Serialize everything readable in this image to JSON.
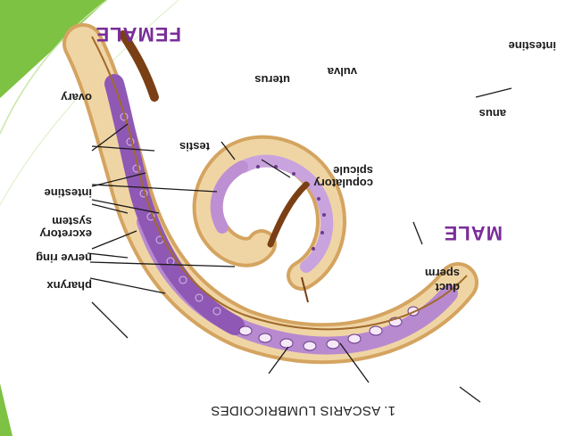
{
  "colors": {
    "accent_green": "#7dc242",
    "body_tan": "#e9c48c",
    "ovary_purple": "#8f58b5",
    "label_purple": "#7a2d9a"
  },
  "diagram": {
    "female_label": "FEMALE",
    "male_label": "MALE",
    "labels": {
      "intestine_female": "intestine",
      "uterus": "uterus",
      "vulva": "vulva",
      "anus": "anus",
      "ovary": "ovary",
      "testis": "testis",
      "intestine_male": "intestine",
      "excretory_1": "excretory",
      "excretory_2": "system",
      "nerve_ring": "nerve ring",
      "pharynx": "pharynx",
      "copulatory_1": "copulatory",
      "copulatory_2": "spicule",
      "sperm_1": "sperm",
      "sperm_2": "duct"
    }
  },
  "caption": "1. ASCARIS LUMBRICOIDES"
}
